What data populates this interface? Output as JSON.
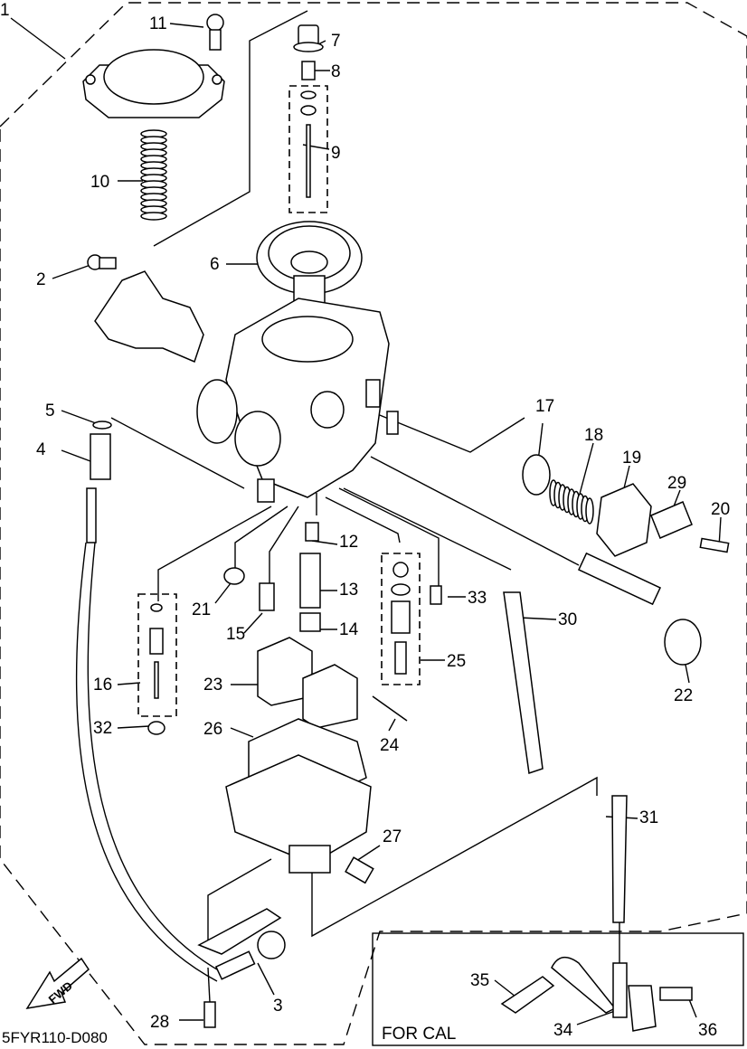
{
  "diagram": {
    "title_code": "5FYR110-D080",
    "inset_label": "FOR CAL",
    "direction_arrow": "FWD",
    "callouts": [
      {
        "id": "1",
        "label": "1"
      },
      {
        "id": "2",
        "label": "2"
      },
      {
        "id": "3",
        "label": "3"
      },
      {
        "id": "4",
        "label": "4"
      },
      {
        "id": "5",
        "label": "5"
      },
      {
        "id": "6",
        "label": "6"
      },
      {
        "id": "7",
        "label": "7"
      },
      {
        "id": "8",
        "label": "8"
      },
      {
        "id": "9",
        "label": "9"
      },
      {
        "id": "10",
        "label": "10"
      },
      {
        "id": "11",
        "label": "11"
      },
      {
        "id": "12",
        "label": "12"
      },
      {
        "id": "13",
        "label": "13"
      },
      {
        "id": "14",
        "label": "14"
      },
      {
        "id": "15",
        "label": "15"
      },
      {
        "id": "16",
        "label": "16"
      },
      {
        "id": "17",
        "label": "17"
      },
      {
        "id": "18",
        "label": "18"
      },
      {
        "id": "19",
        "label": "19"
      },
      {
        "id": "20",
        "label": "20"
      },
      {
        "id": "21",
        "label": "21"
      },
      {
        "id": "22",
        "label": "22"
      },
      {
        "id": "23",
        "label": "23"
      },
      {
        "id": "24",
        "label": "24"
      },
      {
        "id": "25",
        "label": "25"
      },
      {
        "id": "26",
        "label": "26"
      },
      {
        "id": "27",
        "label": "27"
      },
      {
        "id": "28",
        "label": "28"
      },
      {
        "id": "29",
        "label": "29"
      },
      {
        "id": "30",
        "label": "30"
      },
      {
        "id": "31",
        "label": "31"
      },
      {
        "id": "32",
        "label": "32"
      },
      {
        "id": "33",
        "label": "33"
      },
      {
        "id": "34",
        "label": "34"
      },
      {
        "id": "35",
        "label": "35"
      },
      {
        "id": "36",
        "label": "36"
      }
    ]
  }
}
